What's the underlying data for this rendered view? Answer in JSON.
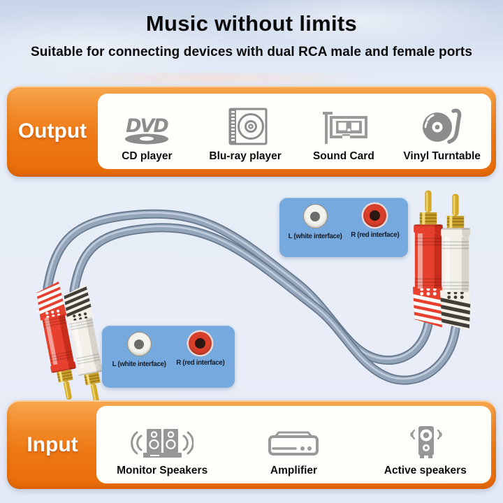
{
  "page": {
    "title": "Music without limits",
    "subtitle": "Suitable for connecting devices with dual RCA male and female ports"
  },
  "output_section": {
    "label": "Output",
    "devices": [
      {
        "name": "CD player",
        "icon": "dvd-disc-icon",
        "logo_text": "DVD"
      },
      {
        "name": "Blu-ray player",
        "icon": "bluray-player-icon"
      },
      {
        "name": "Sound Card",
        "icon": "sound-card-icon"
      },
      {
        "name": "Vinyl Turntable",
        "icon": "vinyl-turntable-icon"
      }
    ]
  },
  "input_section": {
    "label": "Input",
    "devices": [
      {
        "name": "Monitor Speakers",
        "icon": "monitor-speakers-icon"
      },
      {
        "name": "Amplifier",
        "icon": "amplifier-icon"
      },
      {
        "name": "Active speakers",
        "icon": "active-speakers-icon"
      }
    ]
  },
  "connector_callouts": {
    "top": {
      "left_port_label": "L (white interface)",
      "right_port_label": "R (red interface)"
    },
    "bottom": {
      "left_port_label": "L (white interface)",
      "right_port_label": "R (red interface)"
    }
  },
  "colors": {
    "accent_orange": "#ee7814",
    "callout_blue": "#76a9dd",
    "cable_gray": "#94a5b9",
    "connector_red": "#e8402e",
    "connector_white": "#f3f0ea",
    "gold": "#d3a928",
    "icon_gray": "#8f8f8f",
    "background_blue": "#e9edf8"
  }
}
